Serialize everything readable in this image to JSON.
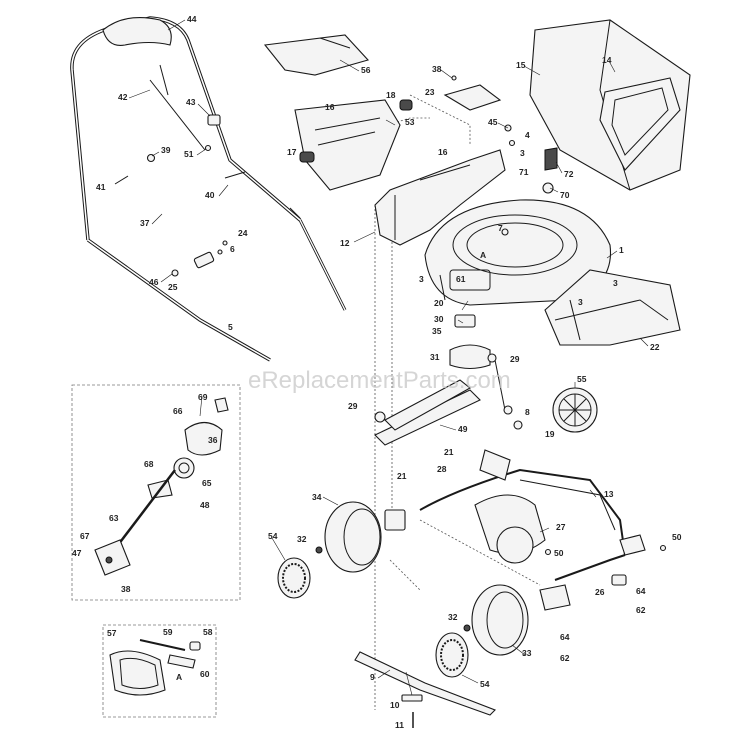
{
  "watermark": "eReplacementParts.com",
  "inset_letter": "A",
  "callouts": [
    {
      "id": "c44",
      "text": "44"
    },
    {
      "id": "c56",
      "text": "56"
    },
    {
      "id": "c15",
      "text": "15"
    },
    {
      "id": "c14",
      "text": "14"
    },
    {
      "id": "c38a",
      "text": "38"
    },
    {
      "id": "c23",
      "text": "23"
    },
    {
      "id": "c42",
      "text": "42"
    },
    {
      "id": "c43",
      "text": "43"
    },
    {
      "id": "c16a",
      "text": "16"
    },
    {
      "id": "c18",
      "text": "18"
    },
    {
      "id": "c53",
      "text": "53"
    },
    {
      "id": "c45",
      "text": "45"
    },
    {
      "id": "c4",
      "text": "4"
    },
    {
      "id": "c39",
      "text": "39"
    },
    {
      "id": "c51",
      "text": "51"
    },
    {
      "id": "c17",
      "text": "17"
    },
    {
      "id": "c16b",
      "text": "16"
    },
    {
      "id": "c3a",
      "text": "3"
    },
    {
      "id": "c72",
      "text": "72"
    },
    {
      "id": "c41",
      "text": "41"
    },
    {
      "id": "c71",
      "text": "71"
    },
    {
      "id": "c70",
      "text": "70"
    },
    {
      "id": "c40",
      "text": "40"
    },
    {
      "id": "c37",
      "text": "37"
    },
    {
      "id": "c24",
      "text": "24"
    },
    {
      "id": "c12",
      "text": "12"
    },
    {
      "id": "c7",
      "text": "7"
    },
    {
      "id": "c1",
      "text": "1"
    },
    {
      "id": "c6",
      "text": "6"
    },
    {
      "id": "c46",
      "text": "46"
    },
    {
      "id": "c25",
      "text": "25"
    },
    {
      "id": "c3b",
      "text": "3"
    },
    {
      "id": "c61",
      "text": "61"
    },
    {
      "id": "c3c",
      "text": "3"
    },
    {
      "id": "c20",
      "text": "20"
    },
    {
      "id": "c3d",
      "text": "3"
    },
    {
      "id": "c5",
      "text": "5"
    },
    {
      "id": "c30",
      "text": "30"
    },
    {
      "id": "c35",
      "text": "35"
    },
    {
      "id": "c22",
      "text": "22"
    },
    {
      "id": "c69",
      "text": "69"
    },
    {
      "id": "c31",
      "text": "31"
    },
    {
      "id": "c29a",
      "text": "29"
    },
    {
      "id": "c66",
      "text": "66"
    },
    {
      "id": "c55",
      "text": "55"
    },
    {
      "id": "c29b",
      "text": "29"
    },
    {
      "id": "c49",
      "text": "49"
    },
    {
      "id": "c8",
      "text": "8"
    },
    {
      "id": "c19",
      "text": "19"
    },
    {
      "id": "c36",
      "text": "36"
    },
    {
      "id": "c21a",
      "text": "21"
    },
    {
      "id": "c68",
      "text": "68"
    },
    {
      "id": "c65",
      "text": "65"
    },
    {
      "id": "c28",
      "text": "28"
    },
    {
      "id": "c21b",
      "text": "21"
    },
    {
      "id": "c48",
      "text": "48"
    },
    {
      "id": "c13",
      "text": "13"
    },
    {
      "id": "c34",
      "text": "34"
    },
    {
      "id": "c63",
      "text": "63"
    },
    {
      "id": "c27",
      "text": "27"
    },
    {
      "id": "c67",
      "text": "67"
    },
    {
      "id": "c54a",
      "text": "54"
    },
    {
      "id": "c32a",
      "text": "32"
    },
    {
      "id": "c50a",
      "text": "50"
    },
    {
      "id": "c50b",
      "text": "50"
    },
    {
      "id": "c47",
      "text": "47"
    },
    {
      "id": "c38b",
      "text": "38"
    },
    {
      "id": "c64a",
      "text": "64"
    },
    {
      "id": "c26",
      "text": "26"
    },
    {
      "id": "c62a",
      "text": "62"
    },
    {
      "id": "c32b",
      "text": "32"
    },
    {
      "id": "c57",
      "text": "57"
    },
    {
      "id": "c59",
      "text": "59"
    },
    {
      "id": "c58",
      "text": "58"
    },
    {
      "id": "c64b",
      "text": "64"
    },
    {
      "id": "c60",
      "text": "60"
    },
    {
      "id": "c33",
      "text": "33"
    },
    {
      "id": "c62b",
      "text": "62"
    },
    {
      "id": "c9",
      "text": "9"
    },
    {
      "id": "c54b",
      "text": "54"
    },
    {
      "id": "c10",
      "text": "10"
    },
    {
      "id": "c11",
      "text": "11"
    }
  ]
}
